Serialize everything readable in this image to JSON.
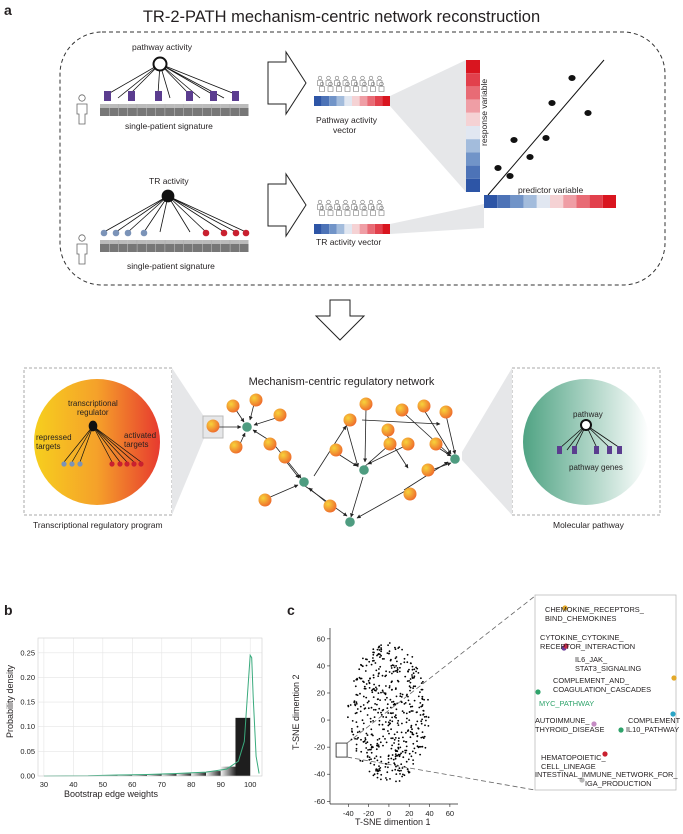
{
  "panel_a": {
    "letter": "a",
    "title": "TR-2-PATH mechanism-centric network reconstruction",
    "pathway_activity": "pathway activity",
    "single_patient_signature": "single-patient signature",
    "pathway_activity_vector_l1": "Pathway activity",
    "pathway_activity_vector_l2": "vector",
    "response_variable": "response variable",
    "predictor_variable": "predictor variable",
    "tr_activity": "TR activity",
    "tr_activity_vector": "TR activity vector",
    "single_patient_signature_2": "single-patient signature"
  },
  "network": {
    "title": "Mechanism-centric regulatory network",
    "transcriptional_regulator_l1": "transcriptional",
    "transcriptional_regulator_l2": "regulator",
    "repressed_l1": "repressed",
    "repressed_l2": "targets",
    "activated_l1": "activated",
    "activated_l2": "targets",
    "left_caption": "Transcriptional regulatory program",
    "pathway": "pathway",
    "pathway_genes": "pathway genes",
    "right_caption": "Molecular pathway"
  },
  "panel_b": {
    "letter": "b",
    "chart_data": {
      "type": "area",
      "xlabel": "Bootstrap edge weights",
      "ylabel": "Probability density",
      "xlim": [
        28,
        104
      ],
      "ylim": [
        0,
        0.28
      ],
      "x_ticks": [
        30,
        40,
        50,
        60,
        70,
        80,
        90,
        100
      ],
      "y_ticks": [
        0.0,
        0.05,
        0.1,
        0.15,
        0.2,
        0.25
      ],
      "y_tick_labels": [
        "0.00",
        "0.05",
        "0.10",
        "0.15",
        "0.20",
        "0.25"
      ],
      "bars": [
        {
          "x0": 50,
          "x1": 55,
          "y": 0.001
        },
        {
          "x0": 55,
          "x1": 60,
          "y": 0.002
        },
        {
          "x0": 60,
          "x1": 65,
          "y": 0.003
        },
        {
          "x0": 65,
          "x1": 70,
          "y": 0.003
        },
        {
          "x0": 70,
          "x1": 75,
          "y": 0.004
        },
        {
          "x0": 75,
          "x1": 80,
          "y": 0.005
        },
        {
          "x0": 80,
          "x1": 85,
          "y": 0.007
        },
        {
          "x0": 85,
          "x1": 90,
          "y": 0.01
        },
        {
          "x0": 90,
          "x1": 95,
          "y": 0.019
        },
        {
          "x0": 95,
          "x1": 100,
          "y": 0.118
        }
      ],
      "density_x": [
        30,
        45,
        55,
        65,
        75,
        85,
        92,
        96,
        98,
        99,
        100,
        100.5,
        101,
        102,
        103
      ],
      "density_y": [
        0.0,
        0.0005,
        0.002,
        0.003,
        0.005,
        0.008,
        0.014,
        0.03,
        0.07,
        0.16,
        0.245,
        0.24,
        0.16,
        0.04,
        0.005
      ],
      "density_color": "#3aaa7d",
      "bar_color": "#1e1e1e"
    }
  },
  "panel_c": {
    "letter": "c",
    "chart_data": {
      "type": "scatter",
      "xlabel": "T-SNE dimention 1",
      "ylabel": "T-SNE dimention 2",
      "xlim": [
        -58,
        68
      ],
      "ylim": [
        -62,
        68
      ],
      "x_ticks": [
        -40,
        -20,
        0,
        20,
        40,
        60
      ],
      "y_ticks": [
        -60,
        -40,
        -20,
        0,
        20,
        40,
        60
      ],
      "point_color": "#000000"
    },
    "zoom_labels": {
      "chemokine_l1": "CHEMOKINE_RECEPTORS_",
      "chemokine_l2": "BIND_CHEMOKINES",
      "cytokine_l1": "CYTOKINE_CYTOKINE_",
      "cytokine_l2": "RECEPTOR_INTERACTION",
      "il6_l1": "IL6_JAK_",
      "il6_l2": "STAT3_SIGNALING",
      "complement_l1": "COMPLEMENT_AND_",
      "complement_l2": "COAGULATION_CASCADES",
      "myc": "MYC_PATHWAY",
      "complement": "COMPLEMENT",
      "autoimmune_l1": "AUTOIMMUNE_",
      "autoimmune_l2": "THYROID_DISEASE",
      "il10": "IL10_PATHWAY",
      "hema_l1": "HEMATOPOIETIC_",
      "hema_l2": "CELL_LINEAGE",
      "intestinal_l1": "INTESTINAL_IMMUNE_NETWORK_FOR_",
      "intestinal_l2": "IGA_PRODUCTION"
    }
  },
  "colors": {
    "heat_blue": "#2d55a6",
    "heat_red": "#e2222e",
    "pathway_purple": "#5b3d8f",
    "repressed_blue": "#7b93b8",
    "activated_red": "#c9202f",
    "myc_green": "#2fa36b",
    "node_orange": "#f39a2b",
    "node_green": "#4e9c80"
  }
}
